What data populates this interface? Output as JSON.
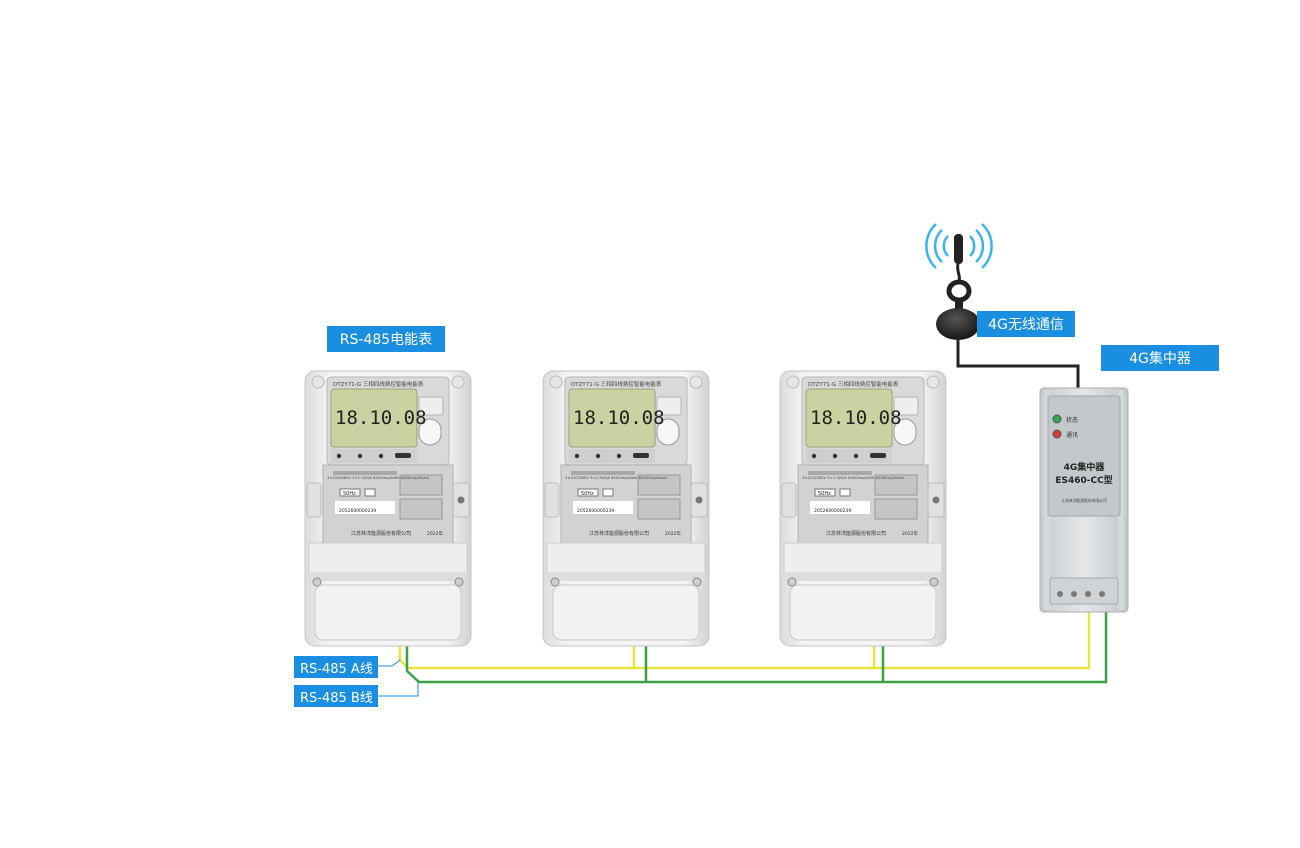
{
  "labels": {
    "meter_title": "RS-485电能表",
    "antenna": "4G无线通信",
    "concentrator": "4G集中器",
    "wire_a": "RS-485 A线",
    "wire_b": "RS-485 B线"
  },
  "meter": {
    "header": "DTZY71-G 三相四线费控智能电能表",
    "display": "18.10.08",
    "spec_line": "3×220/380V  3×1.5(6)A  6400imp/kWh  6400imp/kvarh",
    "freq": "50Hz",
    "serial": "2052600000239",
    "maker": "江苏林洋能源股份有限公司",
    "year": "2022年"
  },
  "meters": [
    {
      "id": "meter-1"
    },
    {
      "id": "meter-2"
    },
    {
      "id": "meter-3"
    }
  ],
  "concentrator": {
    "led_status": "状态",
    "led_comm": "通讯",
    "title": "4G集中器",
    "model": "ES460-CC型",
    "maker": "江苏林洋能源股份有限公司"
  },
  "colors": {
    "tag_bg": "#1a8ee0",
    "wire_a": "#e8e43a",
    "wire_b": "#3aa04a",
    "lcd": "#c9d2a0",
    "cable": "#222222",
    "signal": "#3cb3f0"
  }
}
